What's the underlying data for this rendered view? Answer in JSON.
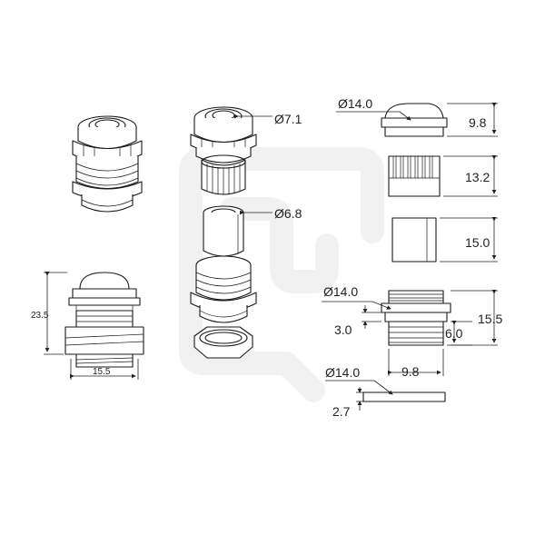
{
  "dimensions": {
    "cap_diameter": "Ø14.0",
    "cap_height": "9.8",
    "seal_diameter": "Ø7.1",
    "claw_height": "13.2",
    "insert_diameter": "Ø6.8",
    "insert_height": "15.0",
    "body_diameter": "Ø14.0",
    "body_thread_length": "3.0",
    "body_thread_height": "6.0",
    "body_total_height": "15.5",
    "body_width": "9.8",
    "washer_diameter": "Ø14.0",
    "washer_thickness": "2.7",
    "assembly_height": "23.5",
    "assembly_width": "15.5"
  },
  "colors": {
    "line": "#1a1a1a",
    "watermark": "#f1f1f1",
    "background": "#ffffff"
  }
}
